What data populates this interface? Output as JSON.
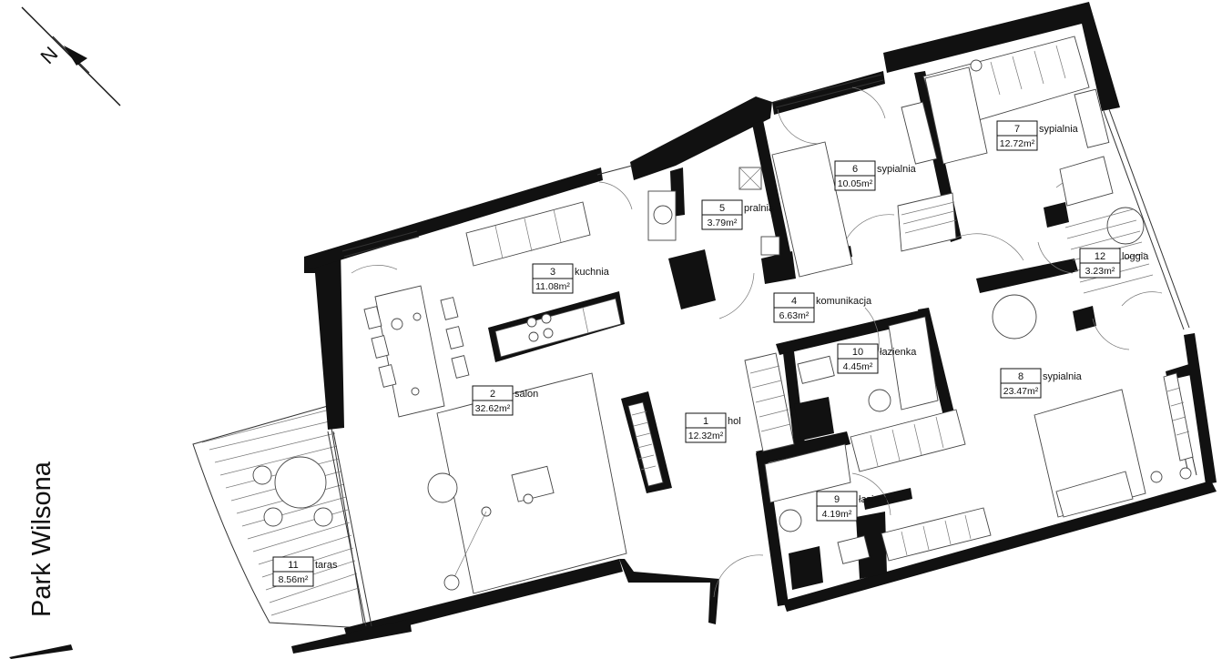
{
  "street_name": "Park Wilsona",
  "compass": {
    "icon": "north-arrow-icon",
    "label": "N"
  },
  "rooms": [
    {
      "id": "1",
      "number": "1",
      "name": "hol",
      "area": "12.32m²"
    },
    {
      "id": "2",
      "number": "2",
      "name": "salon",
      "area": "32.62m²"
    },
    {
      "id": "3",
      "number": "3",
      "name": "kuchnia",
      "area": "11.08m²"
    },
    {
      "id": "4",
      "number": "4",
      "name": "komunikacja",
      "area": "6.63m²"
    },
    {
      "id": "5",
      "number": "5",
      "name": "pralnia",
      "area": "3.79m²"
    },
    {
      "id": "6",
      "number": "6",
      "name": "sypialnia",
      "area": "10.05m²"
    },
    {
      "id": "7",
      "number": "7",
      "name": "sypialnia",
      "area": "12.72m²"
    },
    {
      "id": "8",
      "number": "8",
      "name": "sypialnia",
      "area": "23.47m²"
    },
    {
      "id": "9",
      "number": "9",
      "name": "łazienka",
      "area": "4.19m²"
    },
    {
      "id": "10",
      "number": "10",
      "name": "łazienka",
      "area": "4.45m²"
    },
    {
      "id": "11",
      "number": "11",
      "name": "taras",
      "area": "8.56m²"
    },
    {
      "id": "12",
      "number": "12",
      "name": "loggia",
      "area": "3.23m²"
    }
  ]
}
